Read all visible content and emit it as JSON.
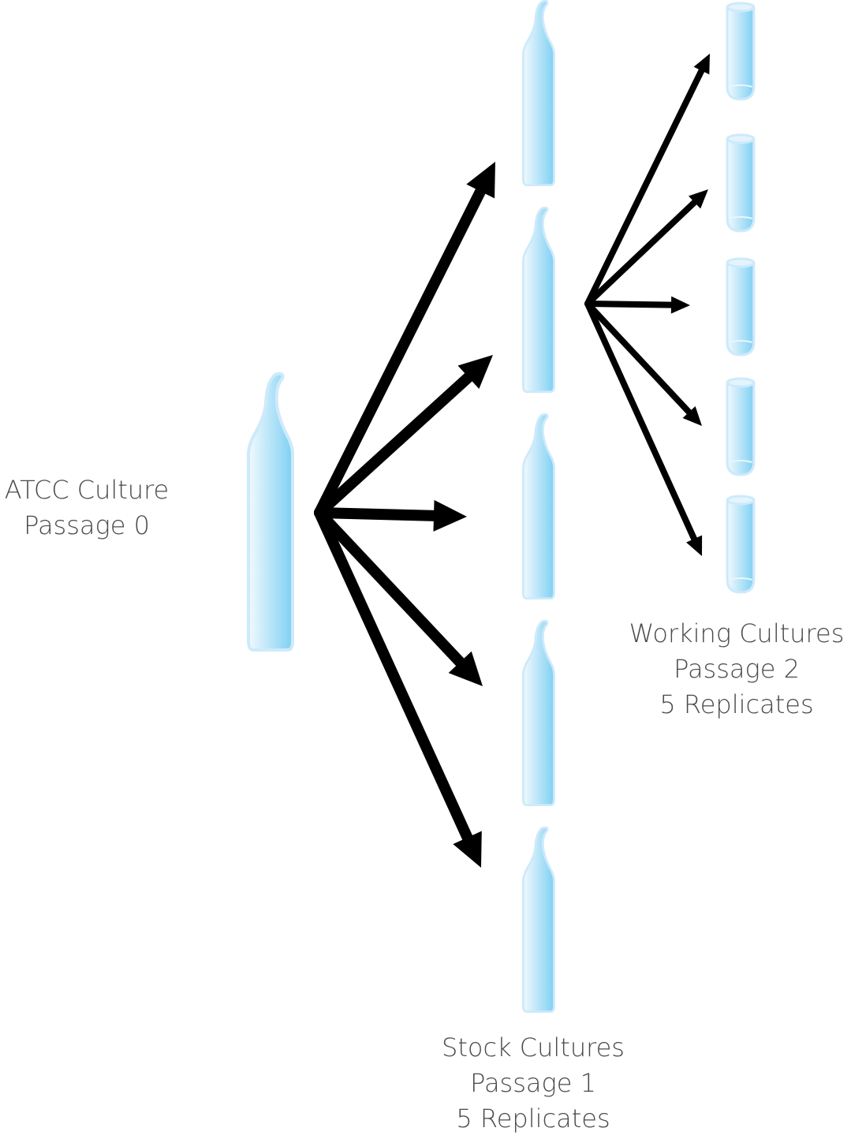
{
  "labels": {
    "atcc": {
      "line1": "ATCC Culture",
      "line2": "Passage 0"
    },
    "working": {
      "line1": "Working Cultures",
      "line2": "Passage 2",
      "line3": "5 Replicates"
    },
    "stock": {
      "line1": "Stock Cultures",
      "line2": "Passage 1",
      "line3": "5 Replicates"
    }
  },
  "colors": {
    "vessel_light": "#f2f9fe",
    "vessel_dark": "#7fd0f3",
    "vessel_outline": "#cdeafb",
    "arrow": "#000000",
    "text": "#4a4a4a"
  }
}
